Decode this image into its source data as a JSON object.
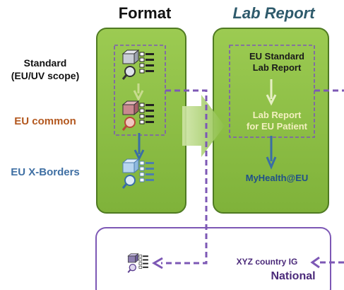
{
  "headers": {
    "format": "Format",
    "lab_report": "Lab Report"
  },
  "rows": {
    "standard": "Standard\n(EU/UV scope)",
    "eu_common": "EU common",
    "eu_xborders": "EU X-Borders"
  },
  "lab_box": {
    "standard": "EU Standard\nLab Report",
    "patient": "Lab Report\nfor EU Patient",
    "myhealth": "MyHealth@EU"
  },
  "national_box": {
    "ig": "XYZ country IG",
    "title": "National"
  },
  "icons": [
    "spec-stack-icon",
    "magnifier-icon",
    "checklist-icon"
  ],
  "colors": {
    "green_fill": "#8cbf42",
    "green_border": "#4f7a22",
    "purple": "#7d58b5",
    "arrow_blue": "#3a6ea5",
    "eu_common": "#b3581f",
    "eu_xborders": "#3f6fa3"
  }
}
